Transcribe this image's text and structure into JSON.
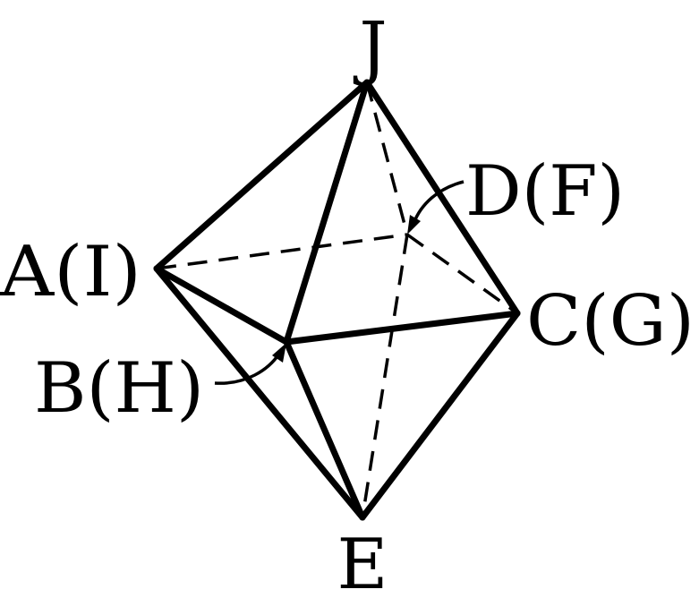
{
  "figure": {
    "vertex_labels": {
      "top": "J",
      "left": "A(I)",
      "front": "B(H)",
      "right": "C(G)",
      "back": "D(F)",
      "bottom": "E"
    }
  },
  "colors": {
    "line": "#000000",
    "background": "#ffffff"
  }
}
